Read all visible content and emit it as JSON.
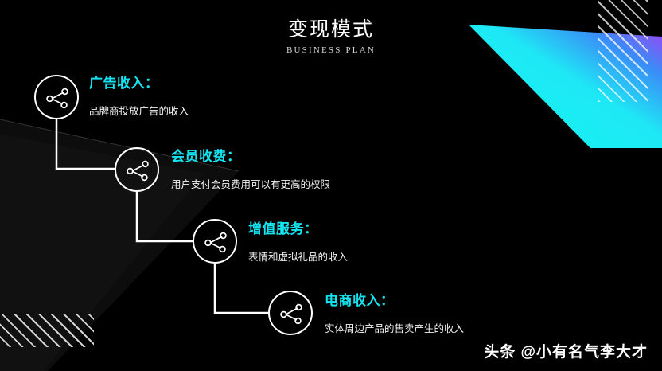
{
  "slide": {
    "title_cn": "变现模式",
    "title_en": "BUSINESS PLAN",
    "background_color": "#000000",
    "accent_color": "#13e4f0"
  },
  "items": [
    {
      "heading": "广告收入：",
      "description": "品牌商投放广告的收入",
      "icon": "share-network-icon"
    },
    {
      "heading": "会员收费：",
      "description": "用户支付会员费用可以有更高的权限",
      "icon": "share-network-icon"
    },
    {
      "heading": "增值服务：",
      "description": "表情和虚拟礼品的收入",
      "icon": "share-network-icon"
    },
    {
      "heading": "电商收入：",
      "description": "实体周边产品的售卖产生的收入",
      "icon": "share-network-icon"
    }
  ],
  "decor": {
    "triangle_gradient_from": "#19f0f0",
    "triangle_gradient_to": "#a63df5",
    "stripe_color": "#ffffff"
  },
  "watermark": {
    "text": "头条 @小有名气李大才"
  }
}
